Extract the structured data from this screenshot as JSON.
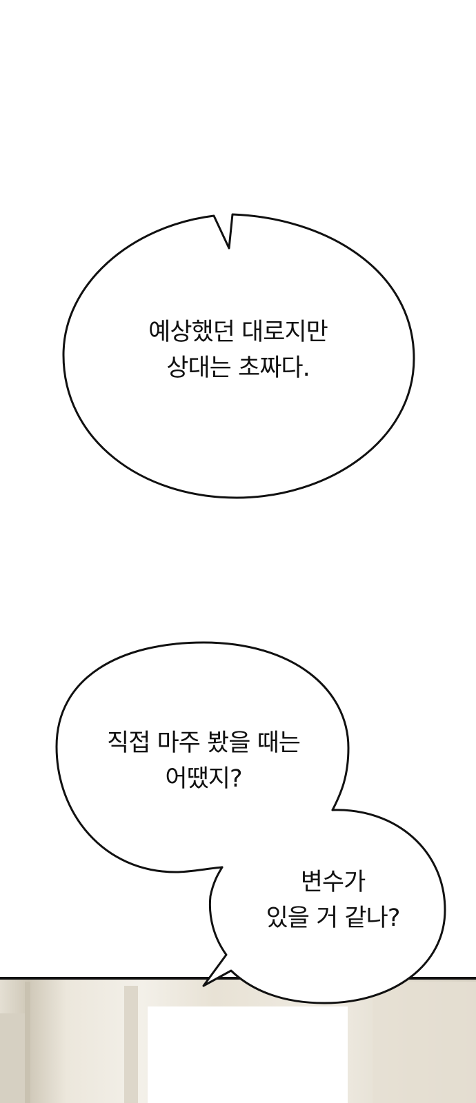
{
  "bubbles": {
    "top": {
      "lines": [
        "예상했던 대로지만",
        "상대는 초짜다."
      ]
    },
    "middle": {
      "lines": [
        "직접 마주 봤을 때는",
        "어땠지?"
      ]
    },
    "bottom": {
      "lines": [
        "변수가",
        "있을 거 같나?"
      ]
    }
  },
  "colors": {
    "background": "#ffffff",
    "ink": "#111111",
    "scene_base": "#e9e4d8"
  }
}
